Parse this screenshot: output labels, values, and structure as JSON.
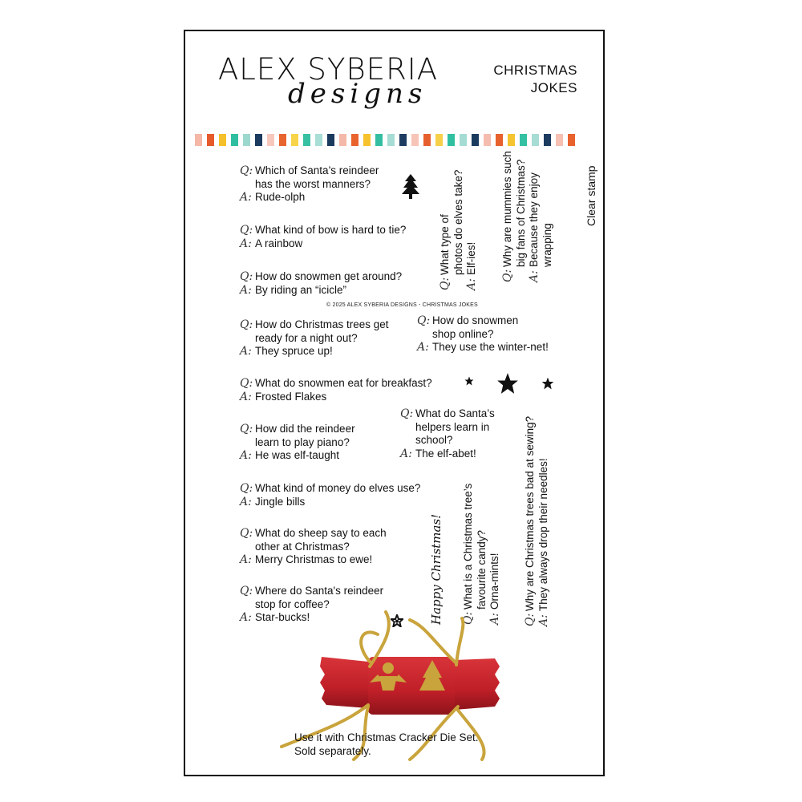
{
  "brand": {
    "name_main": "ALEX SYBERIA",
    "name_sub": "designs"
  },
  "product": {
    "title_line1": "CHRISTMAS",
    "title_line2": "JOKES"
  },
  "colors": {
    "strip": [
      "#f5b8a6",
      "#e55a2b",
      "#f5c12b",
      "#2fbfa0",
      "#9dd8cf",
      "#1b3b5f",
      "#f7c8bd",
      "#e8642f",
      "#f8d44a",
      "#38c0a3",
      "#a9ded6",
      "#1a3a5e",
      "#f4b9a8",
      "#e9632d",
      "#f6c22e",
      "#33bea1",
      "#a6dcd3",
      "#1d3c60",
      "#f7c5b8",
      "#e65f2e",
      "#f7d04a",
      "#31bfa2",
      "#a4dcd4",
      "#1b3b5e",
      "#f5bdb0",
      "#e7612d",
      "#f5c530",
      "#34c0a2",
      "#a7dcd4",
      "#1c3b5f",
      "#f6c0b3",
      "#e8622e"
    ],
    "cracker_red": "#c8202a",
    "ribbon_gold": "#c9a43c"
  },
  "jokes_left": [
    {
      "q": [
        "Which of Santa’s reindeer",
        "has the worst manners?"
      ],
      "a": [
        "Rude-olph"
      ]
    },
    {
      "q": [
        "What kind of bow is hard to tie?"
      ],
      "a": [
        "A rainbow"
      ]
    },
    {
      "q": [
        "How do snowmen get around?"
      ],
      "a": [
        "By riding an “icicle”"
      ]
    },
    {
      "q": [
        "How do Christmas trees get",
        "ready for a night out?"
      ],
      "a": [
        "They spruce up!"
      ]
    },
    {
      "q": [
        "What do snowmen eat for breakfast?"
      ],
      "a": [
        "Frosted Flakes"
      ]
    },
    {
      "q": [
        "How did the reindeer",
        "learn to play piano?"
      ],
      "a": [
        "He was elf-taught"
      ]
    },
    {
      "q": [
        "What kind of money do elves use?"
      ],
      "a": [
        "Jingle bills"
      ]
    },
    {
      "q": [
        "What do sheep say to each",
        "other at Christmas?"
      ],
      "a": [
        "Merry Christmas to ewe!"
      ]
    },
    {
      "q": [
        "Where do Santa's reindeer",
        "stop for coffee?"
      ],
      "a": [
        "Star-bucks!"
      ]
    }
  ],
  "jokes_right": [
    {
      "q": [
        "How do snowmen",
        "shop online?"
      ],
      "a": [
        "They use the winter-net!"
      ]
    },
    {
      "q": [
        "What do Santa’s",
        "helpers learn in",
        "school?"
      ],
      "a": [
        "The elf-abet!"
      ]
    }
  ],
  "jokes_rotated": [
    {
      "q": [
        "What type of",
        "photos do elves take?"
      ],
      "a": [
        "Elf-ies!"
      ]
    },
    {
      "q": [
        "Why are mummies such",
        "big fans of Christmas?"
      ],
      "a": [
        "Because they enjoy",
        "wrapping"
      ]
    },
    {
      "q": [
        "What is a Christmas tree’s",
        "favourite candy?"
      ],
      "a": [
        "Orna-mints!"
      ]
    },
    {
      "q": [
        "Why are Christmas trees bad at sewing?"
      ],
      "a": [
        "They always drop their needles!"
      ]
    }
  ],
  "marks": {
    "q": "Q",
    "a": "A"
  },
  "clear_stamp": "Clear stamp",
  "copyright": "© 2025 ALEX SYBERIA DESIGNS - CHRISTMAS JOKES",
  "happy_christmas": "Happy Christmas!",
  "footer": {
    "line1": "Use it with Christmas Cracker Die Set.",
    "line2": "Sold separately."
  }
}
